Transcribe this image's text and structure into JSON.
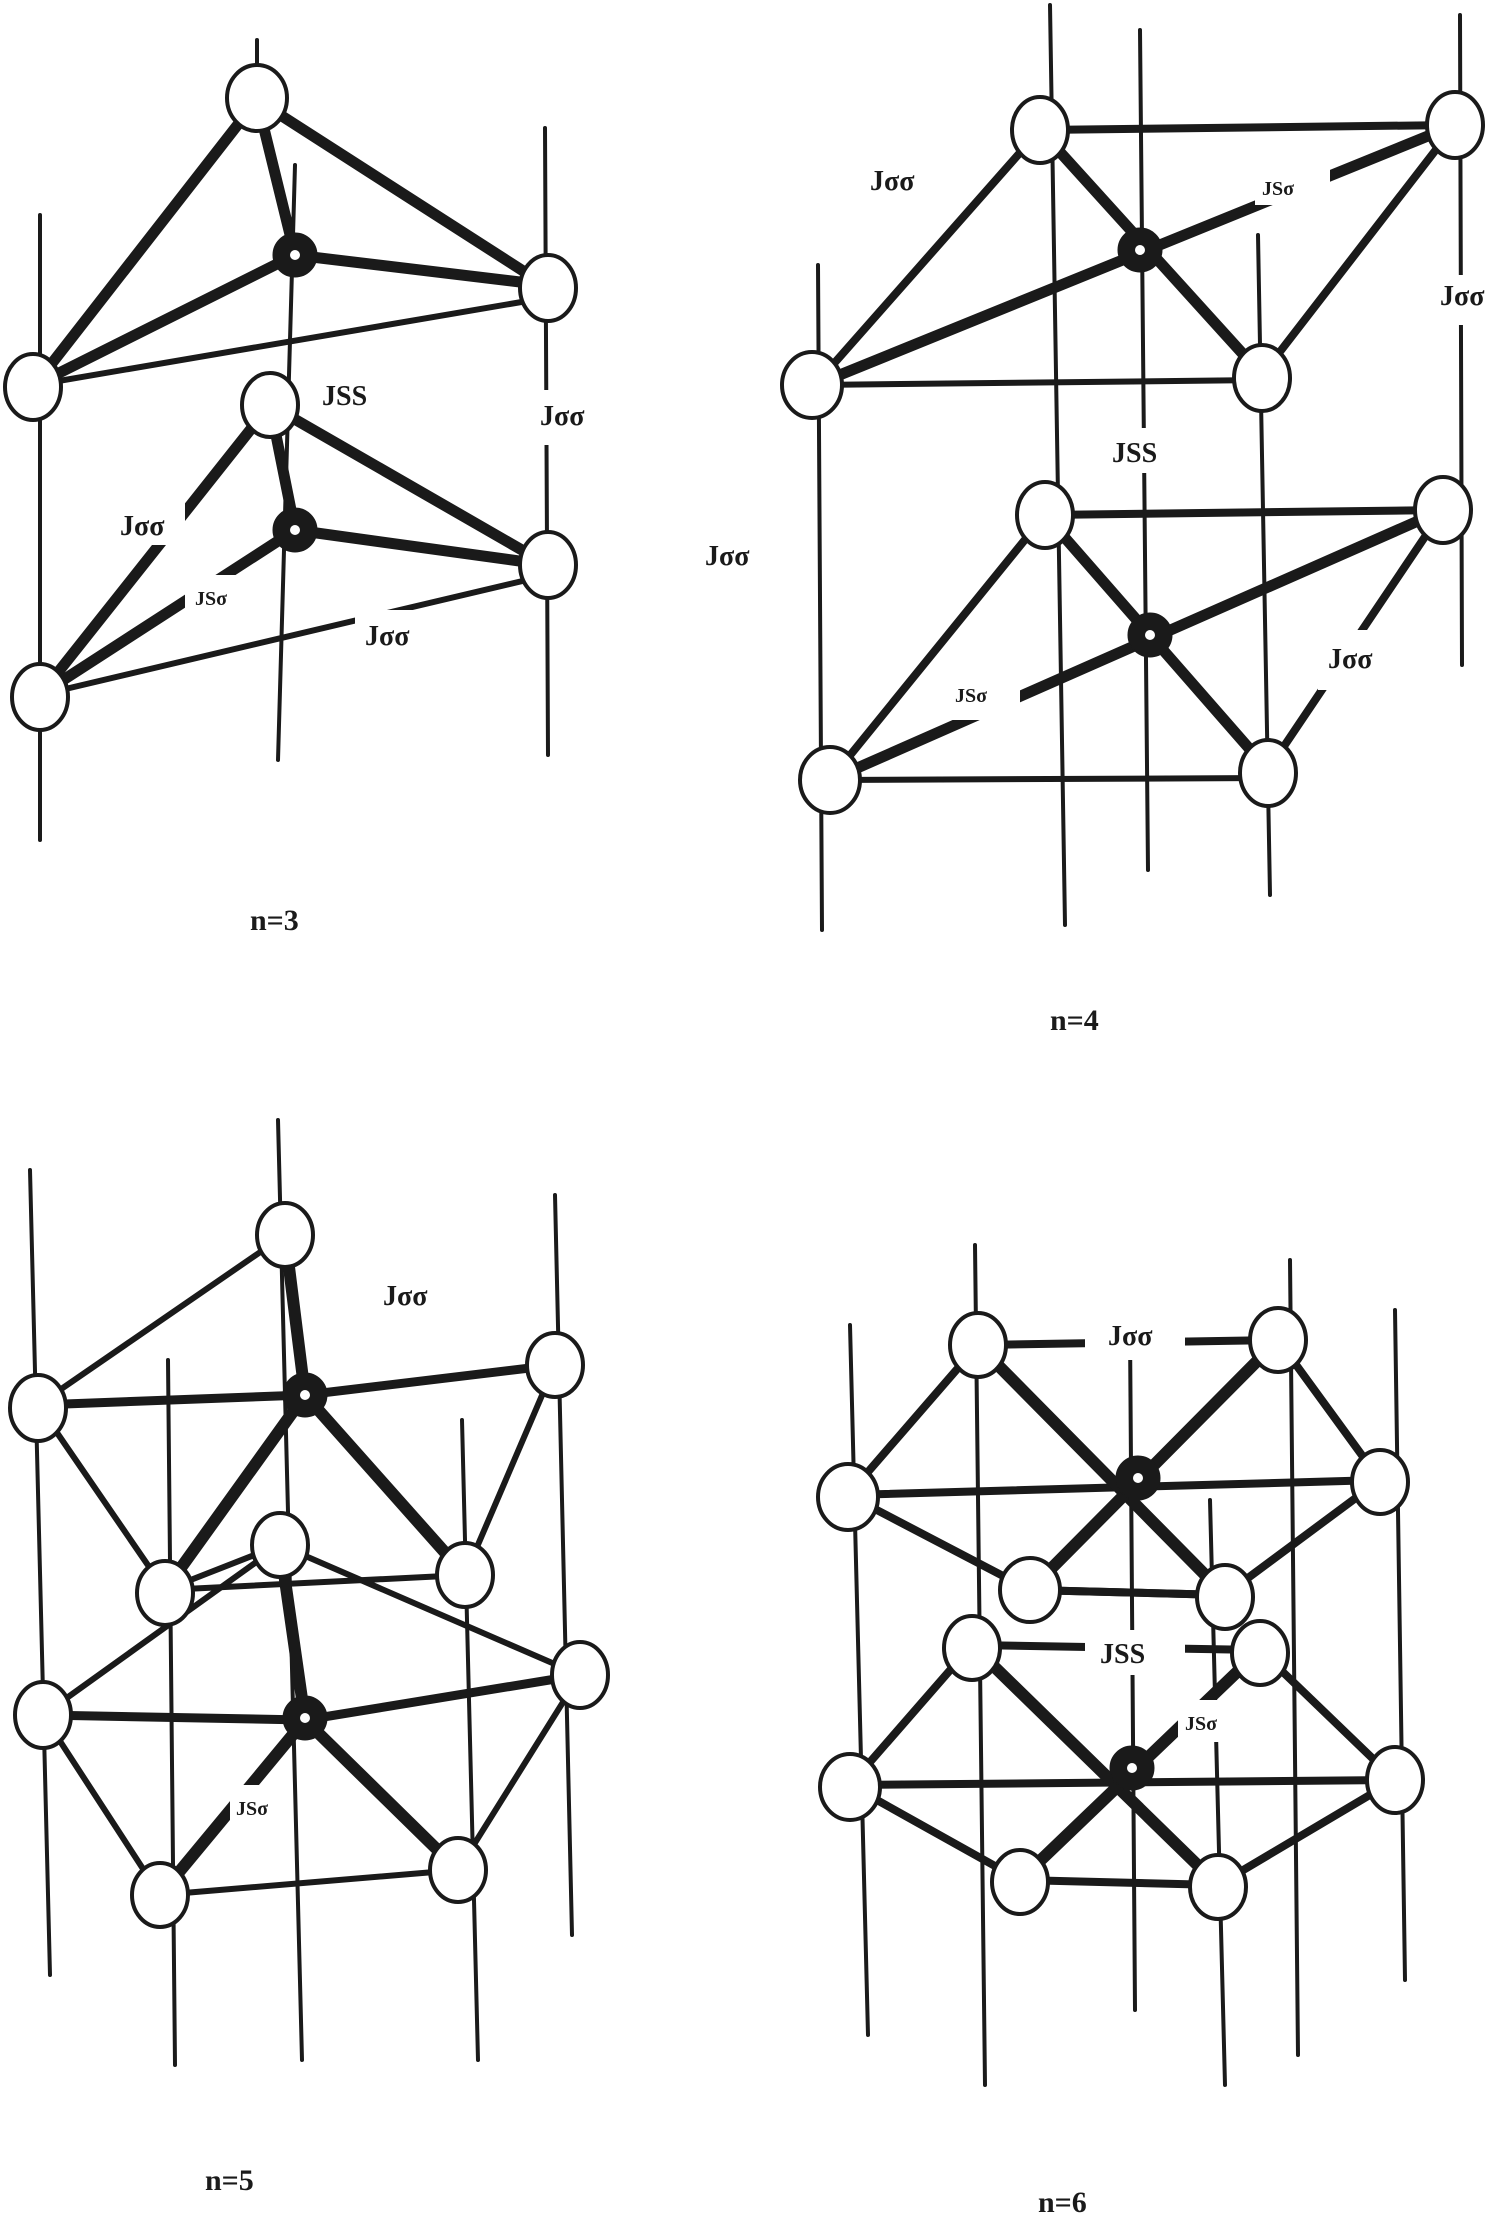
{
  "panels": [
    {
      "caption": "n=3",
      "labels": {
        "jss": "JSS",
        "jsigma_1": "Jσσ",
        "jsigma_2": "Jσσ",
        "jsigma_3": "Jσσ",
        "jssigma": "JSσ"
      }
    },
    {
      "caption": "n=4",
      "labels": {
        "jsigma_1": "Jσσ",
        "jsigma_2": "Jσσ",
        "jsigma_3": "Jσσ",
        "jsigma_4": "Jσσ",
        "jss": "JSS",
        "jssigma_1": "JSσ",
        "jssigma_2": "JSσ"
      }
    },
    {
      "caption": "n=5",
      "labels": {
        "jsigma": "Jσσ",
        "jssigma": "JSσ"
      }
    },
    {
      "caption": "n=6",
      "labels": {
        "jsigma": "Jσσ",
        "jss": "JSS",
        "jssigma": "JSσ"
      }
    }
  ],
  "colors": {
    "ink": "#1a1a1a",
    "node_fill": "#ffffff",
    "background": "#ffffff"
  }
}
